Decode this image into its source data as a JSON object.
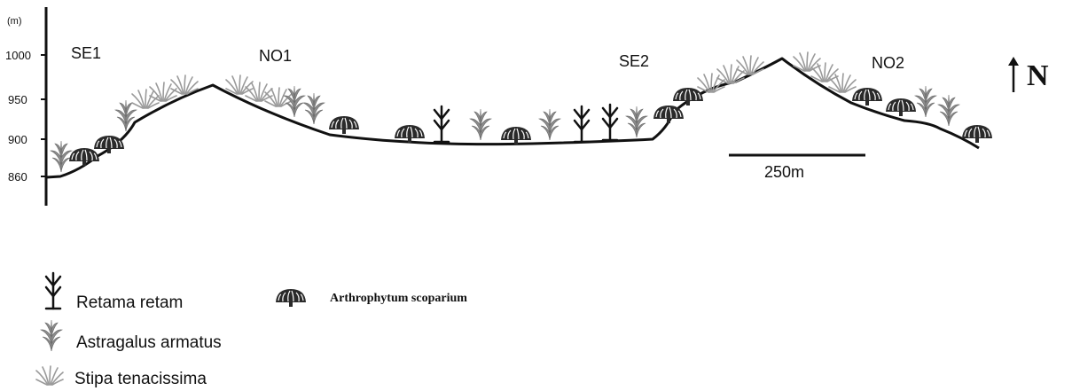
{
  "axis": {
    "unit": "(m)",
    "ticks": [
      "1000",
      "950",
      "900",
      "860"
    ]
  },
  "slopes": [
    "SE1",
    "NO1",
    "SE2",
    "NO2"
  ],
  "scale_bar": {
    "label": "250m"
  },
  "north": {
    "label": "N"
  },
  "legend": {
    "retama": "Retama retam",
    "arthrophytum": "Arthrophytum scoparium",
    "astragalus": "Astragalus armatus",
    "stipa": "Stipa tenacissima"
  },
  "colors": {
    "line": "#111111",
    "shrub_dark": "#2a2a2a",
    "shrub_grey": "#8c8c8c",
    "grass_grey": "#9a9a9a"
  }
}
